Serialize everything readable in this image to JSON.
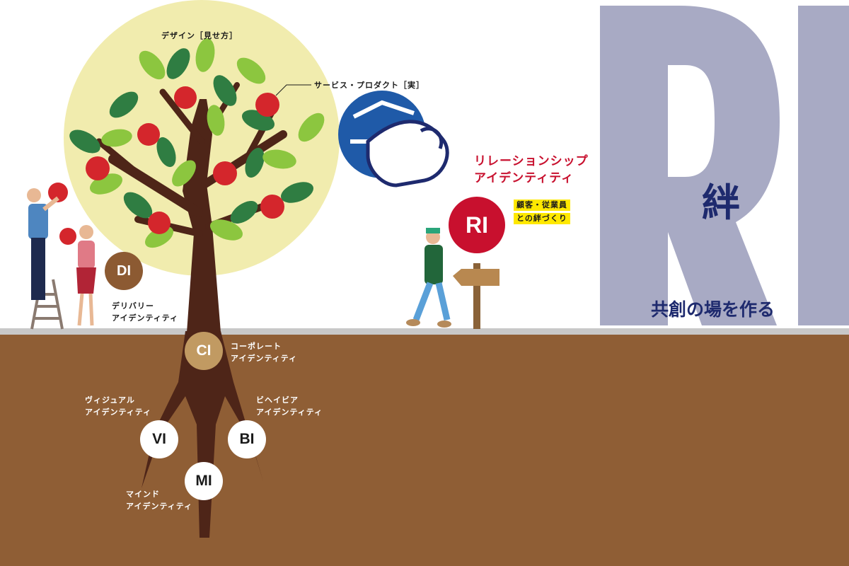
{
  "colors": {
    "soil": "#8f5e35",
    "ground_line": "#c8c8c8",
    "big_letters": "#a8aac4",
    "navy": "#1e2a6e",
    "ri_red": "#c8102e",
    "canopy": "#f1ecae",
    "trunk": "#4e2518",
    "di_brown": "#8c5a32",
    "ci_tan": "#c19a62",
    "highlight": "#ffe800"
  },
  "background_letters": "RI",
  "kanji": "絆",
  "tagline": "共創の場を作る",
  "top_labels": {
    "design": "デザイン［見せ方］",
    "service": "サービス・プロダクト［実］"
  },
  "ri": {
    "badge": "RI",
    "title_line1": "リレーションシップ",
    "title_line2": "アイデンティティ",
    "desc_line1": "顧客・従業員",
    "desc_line2": "との絆づくり"
  },
  "di": {
    "badge": "DI",
    "line1": "デリバリー",
    "line2": "アイデンティティ"
  },
  "ci": {
    "badge": "CI",
    "line1": "コーポレート",
    "line2": "アイデンティティ"
  },
  "vi": {
    "badge": "VI",
    "line1": "ヴィジュアル",
    "line2": "アイデンティティ"
  },
  "bi": {
    "badge": "BI",
    "line1": "ビヘイビア",
    "line2": "アイデンティティ"
  },
  "mi": {
    "badge": "MI",
    "line1": "マインド",
    "line2": "アイデンティティ"
  }
}
